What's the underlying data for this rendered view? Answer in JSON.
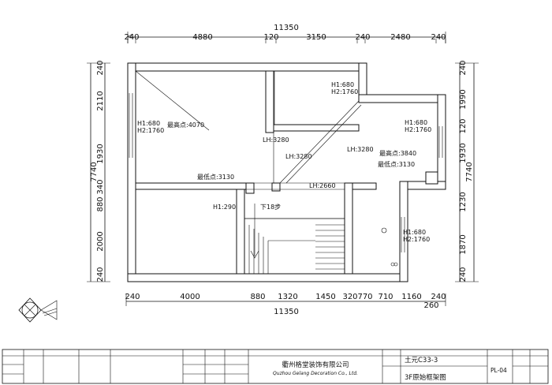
{
  "top_dims": {
    "total": "11350",
    "segments": [
      "240",
      "4880",
      "120",
      "3150",
      "240",
      "2480",
      "240"
    ]
  },
  "bottom_dims": {
    "total": "11350",
    "segments": [
      "240",
      "4000",
      "880",
      "1320",
      "1450",
      "320",
      "770",
      "710",
      "1160",
      "240"
    ],
    "extra": "260"
  },
  "left_dims": {
    "total": "7740",
    "segments": [
      "240",
      "2110",
      "1930",
      "340",
      "880",
      "2000",
      "240"
    ]
  },
  "right_dims": {
    "total": "7740",
    "segments": [
      "240",
      "1990",
      "120",
      "1930",
      "1230",
      "1870",
      "240"
    ]
  },
  "rooms": {
    "left_room": {
      "h1": "H1:680",
      "h2": "H2:1760",
      "max": "最高点:4070",
      "min": "最低点:3130"
    },
    "top_middle": {
      "h1": "H1:680",
      "h2": "H2:1760"
    },
    "right_room": {
      "h1": "H1:680",
      "h2": "H2:1760",
      "max": "最高点:3840",
      "min": "最低点:3130"
    },
    "beams": [
      "LH:3280",
      "LH:3280",
      "LH:3280",
      "LH:2660"
    ],
    "lower_left": {
      "h1": "H1:290"
    },
    "stairs": "下18步",
    "lower_right": {
      "h1": "H1:680",
      "h2": "H2:1760"
    }
  },
  "title_block": {
    "company_cn": "衢州格堂装饰有限公司",
    "company_en": "Quzhou Gelang Decoration Co., Ltd.",
    "project": "土元C33-3",
    "drawing_title": "3F原始框架图",
    "drawing_no": "PL-04"
  }
}
